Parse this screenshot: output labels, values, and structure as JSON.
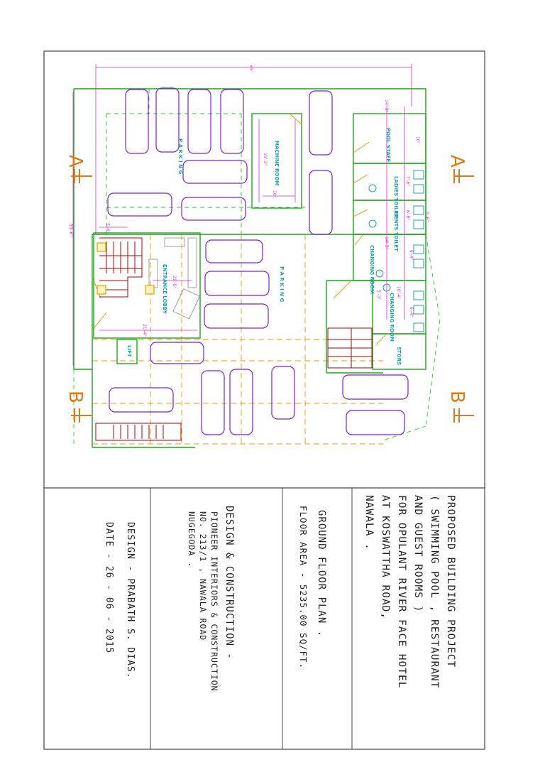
{
  "plan_labels": {
    "parking_1": "P A R K I N G",
    "parking_2": "P A R K I N G",
    "machine_room": "MACHINE ROOM",
    "pool_staff": "POOL STAFF",
    "ladies_toilet": "LADIES TOILET",
    "gents_toilet": "GENTS TOILET",
    "changing_room_1": "CHANGING ROOM",
    "changing_room_2": "CHANGING ROOM",
    "stors": "STORS",
    "entrance_lobby": "ENTRANCE LOBBY",
    "lift": "LIFT"
  },
  "dimensions": {
    "overall_width": "65'",
    "overall_depth": "59'-6\"",
    "machine_len": "19'-3\"",
    "machine_w": "10'",
    "pool_staff_a": "14'-3\"",
    "pool_staff_b": "10'",
    "changing_a": "14'-3\"",
    "changing_b": "6'-8\"",
    "lobby_a": "21'-5\"",
    "lobby_b": "21'-4\"",
    "left_small": "5'-6\"",
    "right_a": "7'-6\"",
    "right_b": "6'-4\"",
    "right_c": "5'-6\"",
    "right_d": "6'-4\"",
    "right_e": "10'-4\"",
    "right_f": "5'-3\""
  },
  "sections": {
    "a_left": "A",
    "a_right": "A",
    "b_left": "B",
    "b_right": "B"
  },
  "title_block": {
    "project_lines": [
      "PROPOSED  BUILDING  PROJECT",
      "( SWIMMING POOL , RESTAURANT",
      "AND GUEST ROOMS )",
      "FOR OPULANT RIVER FACE HOTEL",
      "AT KOSWATTHA ROAD,",
      "NAWALA ."
    ],
    "plan_title": "GROUND  FLOOR  PLAN .",
    "floor_area": "FLOOR AREA - 5235.00  SQ/FT.",
    "design_construction": "DESIGN & CONSTRUCTION -",
    "company_lines": [
      "PIONEER INTERIORS & CONSTRUCTION",
      "NO. 213/1 , NAWALA ROAD",
      "NUGEGODA ."
    ],
    "designer": "DESIGN -  PRABATH S. DIAS.",
    "date": "DATE -   26 - 06 - 2015"
  },
  "colors": {
    "wall": "#1aa81a",
    "car": "#7a1fd6",
    "dimension": "#d12ec8",
    "room_text": "#1aa6a6",
    "stair": "#b00000",
    "grid": "#e0a000",
    "section_mark": "#e07a10",
    "wall_thin": "#22cc22"
  }
}
